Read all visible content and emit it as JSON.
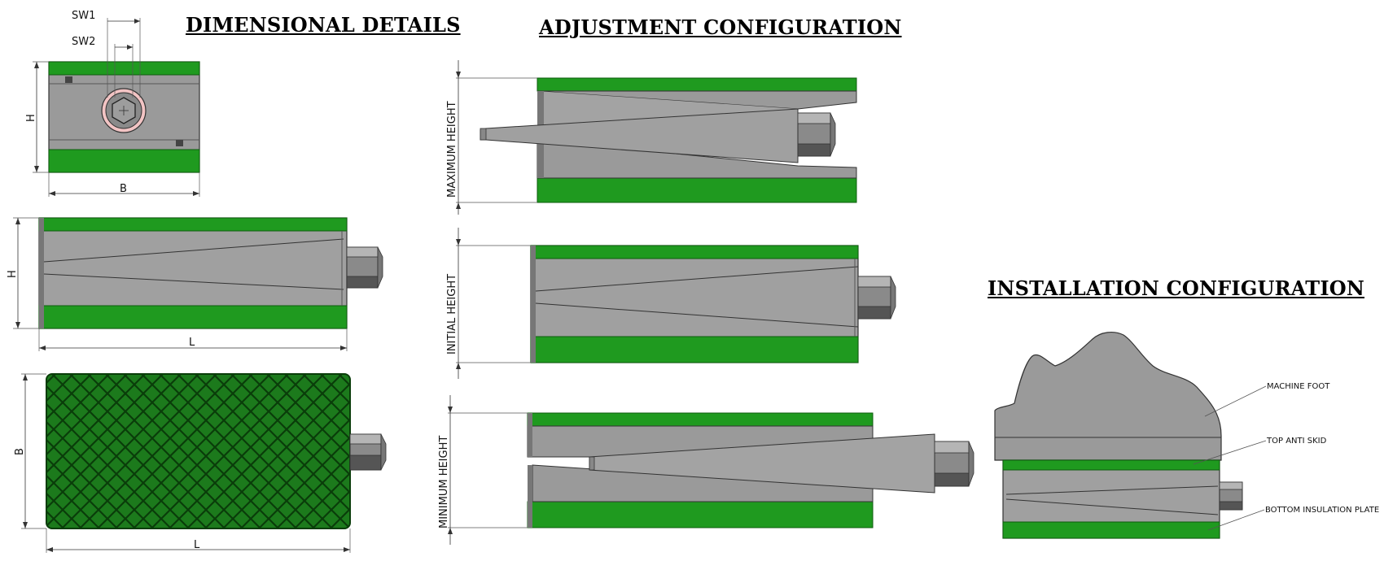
{
  "headings": {
    "dimensional": "DIMENSIONAL DETAILS",
    "adjustment": "ADJUSTMENT CONFIGURATION",
    "installation": "INSTALLATION CONFIGURATION"
  },
  "dimensions": {
    "sw1": "SW1",
    "sw2": "SW2",
    "h_front": "H",
    "b_front": "B",
    "h_side": "H",
    "l_side": "L",
    "b_top": "B",
    "l_top": "L"
  },
  "adjustment_labels": {
    "maximum": "MAXIMUM HEIGHT",
    "initial": "INITIAL HEIGHT",
    "minimum": "MINIMUM HEIGHT"
  },
  "installation_callouts": {
    "machine_foot": "MACHINE FOOT",
    "top_anti_skid": "TOP ANTI SKID",
    "bottom_plate": "BOTTOM INSULATION PLATE"
  },
  "colors": {
    "green": "#1f9a1f",
    "dark_green": "#0e5c0e",
    "steel": "#9a9a9a",
    "steel_dark": "#6e6e6e",
    "bolt": "#7d7d7d",
    "washer": "#f2c4c4"
  }
}
